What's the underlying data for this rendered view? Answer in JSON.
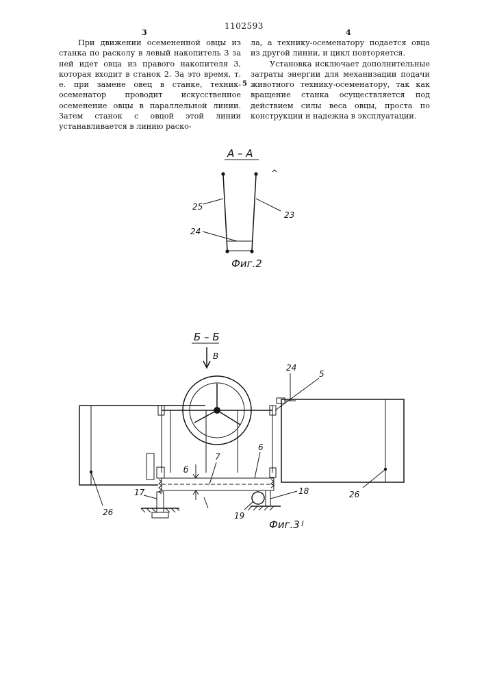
{
  "header": {
    "patent_number": "1102593",
    "left_col_number": "3",
    "right_col_number": "4",
    "line_marker": "5"
  },
  "left_column": {
    "paragraph": "При движении осемененной овцы из станка по расколу в левый накопитель 3 за ней идет овца из правого накопителя 3, которая входит в станок 2. За это время, т. е. при замене овец в станке, техник-осеменатор проводит искусственное осеменение овцы в параллельной линии. Затем станок с овцой этой линии устанавливается в линию раско-"
  },
  "right_column": {
    "paragraph1": "ла, а технику-осеменатору подается овца из другой линии, и цикл повторяется.",
    "paragraph2": "Установка исключает дополнительные затраты энергии для механизации подачи животного технику-осеменатору, так как вращение станка осуществляется под действием силы веса овцы, проста по конструкции и надежна в эксплуатации."
  },
  "figure2": {
    "section_title": "A – A",
    "caption": "Фиг.2",
    "labels": {
      "l25": "25",
      "l23": "23",
      "l24": "24"
    }
  },
  "figure3": {
    "section_title": "Б – Б",
    "arrow_label": "В",
    "caption": "Фиг.3",
    "labels": {
      "l24": "24",
      "l5": "5",
      "l6": "6",
      "l7": "7",
      "delta": "б",
      "l17": "17",
      "l18": "18",
      "l19": "19",
      "l26a": "26",
      "l26b": "26"
    }
  }
}
